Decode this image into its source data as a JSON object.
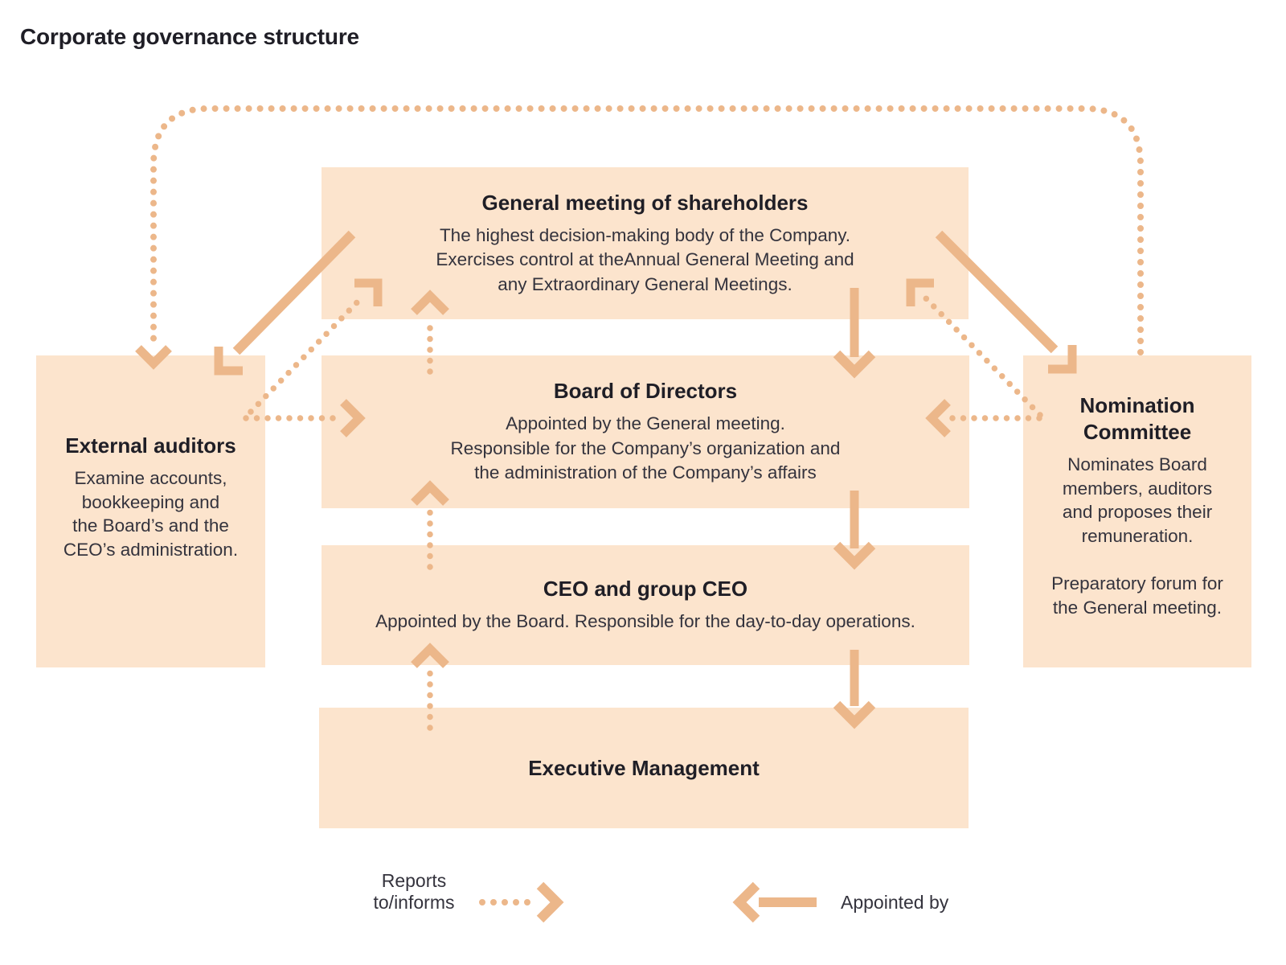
{
  "page": {
    "title": "Corporate governance structure"
  },
  "boxes": {
    "general_meeting": {
      "title": "General meeting of shareholders",
      "body": "The highest decision-making body of the Company.\nExercises control at theAnnual General Meeting and\nany Extraordinary General Meetings."
    },
    "board": {
      "title": "Board of Directors",
      "body": "Appointed by the General meeting.\nResponsible for the Company’s organization and\nthe administration of the Company’s affairs"
    },
    "ceo": {
      "title": "CEO and group CEO",
      "body": "Appointed by the Board. Responsible for the day-to-day operations."
    },
    "executive": {
      "title": "Executive Management"
    },
    "external_auditors": {
      "title": "External auditors",
      "body": "Examine accounts,\nbookkeeping and\nthe Board’s and the\nCEO’s administration."
    },
    "nomination": {
      "title": "Nomination\nCommittee",
      "body1": "Nominates Board\nmembers, auditors\nand proposes their\nremuneration.",
      "body2": "Preparatory forum for\nthe General meeting."
    }
  },
  "legend": {
    "reports_label": "Reports\nto/informs",
    "appointed_label": "Appointed by"
  },
  "colors": {
    "box_fill": "#fce4cd",
    "arrow": "#ecb78a",
    "text_dark": "#1f1e26",
    "text_body": "#34333d"
  }
}
